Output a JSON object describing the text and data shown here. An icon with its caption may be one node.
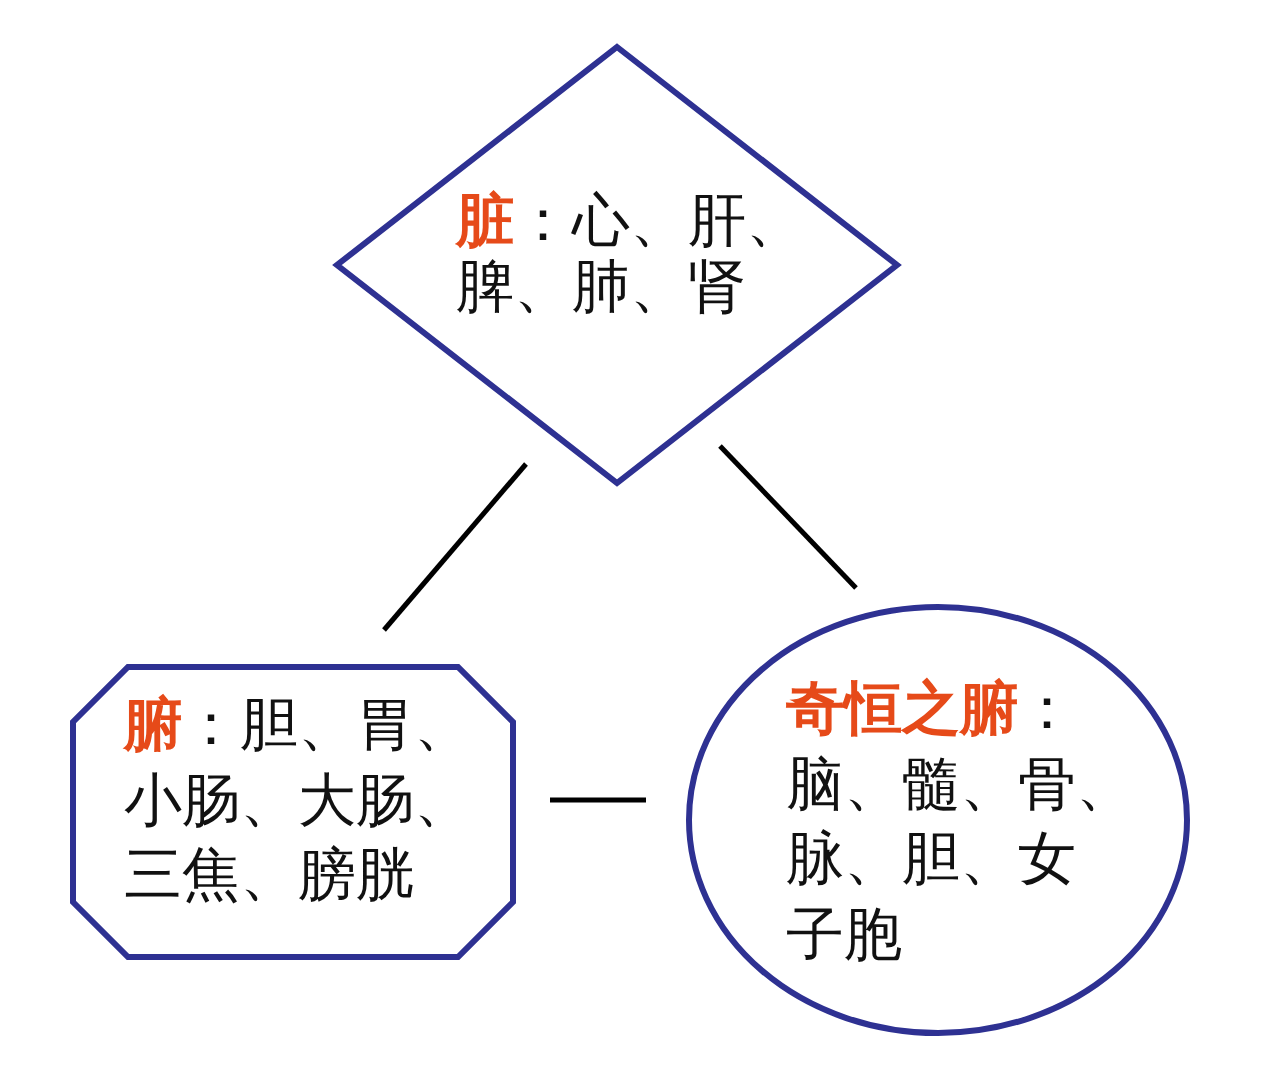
{
  "diagram": {
    "nodes": [
      {
        "text": [
          "**脏**：心、肝、脾、肺、肾"
        ]
      },
      {
        "text": [
          "**腑**：胆、胃、小肠、大肠、三焦、膀胱"
        ]
      },
      {
        "text": [
          "**奇恒之腑**：脑、髓、骨、脉、胆、女子胞"
        ]
      }
    ],
    "edges": [
      {
        "from": 0,
        "to": 1,
        "arrow": "none"
      },
      {
        "from": 0,
        "to": 2,
        "arrow": "none"
      },
      {
        "from": 1,
        "to": 2,
        "arrow": "none"
      }
    ]
  }
}
